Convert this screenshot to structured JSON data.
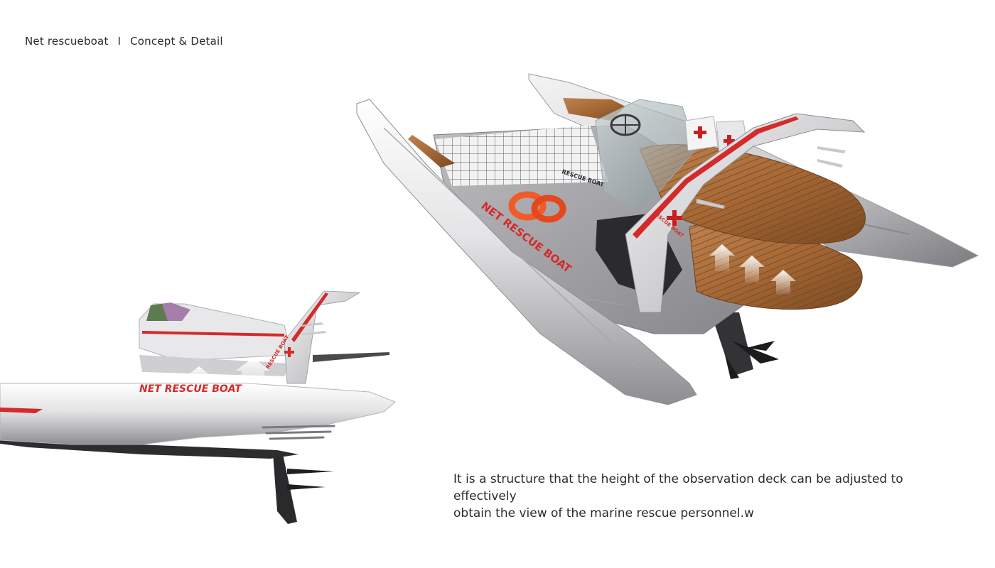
{
  "header": {
    "project": "Net rescueboat",
    "separator": "I",
    "section": "Concept & Detail"
  },
  "hull_labels": {
    "side_view": "NET RESCUE BOAT",
    "main_view": "NET RESCUE BOAT",
    "fin_side": "RESCUE BOAT",
    "fin_main": "RESCUE BOAT",
    "deck_marking": "RESCUE BOAT"
  },
  "caption": {
    "line1": "It is a structure that the height of the observation deck can be adjusted to effectively",
    "line2": "obtain the view of the marine rescue personnel.w"
  },
  "colors": {
    "rescue_red": "#d42a2a",
    "wood": "#a86a3c",
    "hull": "#d9d9db",
    "deck": "#9a9a9c",
    "lifebuoy": "#f25a28"
  },
  "icons": [
    "red-cross-icon",
    "up-arrow-icon",
    "lifebuoy-icon",
    "steering-wheel-icon"
  ]
}
